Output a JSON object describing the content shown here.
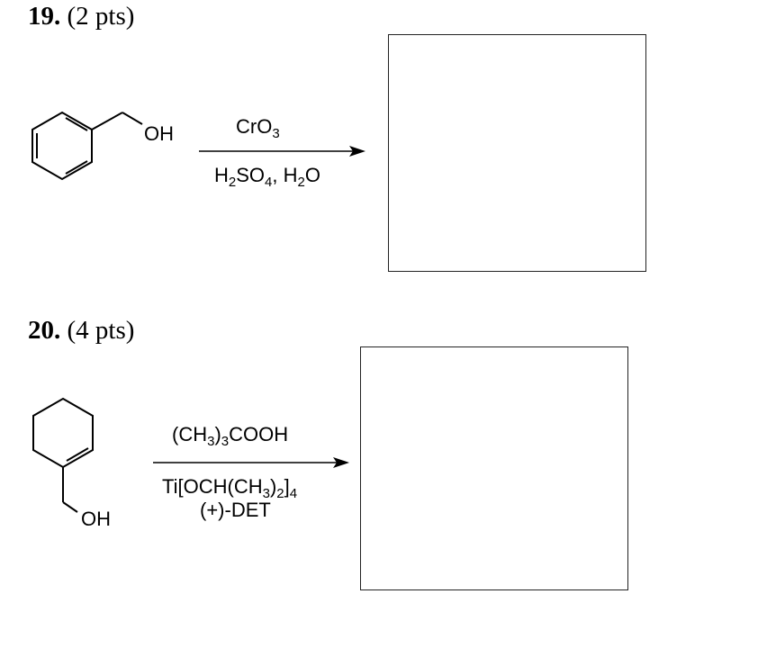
{
  "q19": {
    "number": "19.",
    "points": "(2 pts)",
    "substituent": "OH",
    "reagent_above": {
      "a": "CrO",
      "a_sub": "3"
    },
    "reagent_below": {
      "a": "H",
      "a_sub": "2",
      "b": "SO",
      "b_sub": "4",
      "c": ", H",
      "c_sub": "2",
      "d": "O"
    }
  },
  "q20": {
    "number": "20.",
    "points": "(4 pts)",
    "substituent": "OH",
    "reagent_above": {
      "a": "(CH",
      "a_sub": "3",
      "b": ")",
      "b_sub": "3",
      "c": "COOH"
    },
    "reagent_below_1": {
      "a": "Ti[OCH(CH",
      "a_sub": "3",
      "b": ")",
      "b_sub": "2",
      "c": "]",
      "c_sub": "4"
    },
    "reagent_below_2": "(+)-DET"
  }
}
